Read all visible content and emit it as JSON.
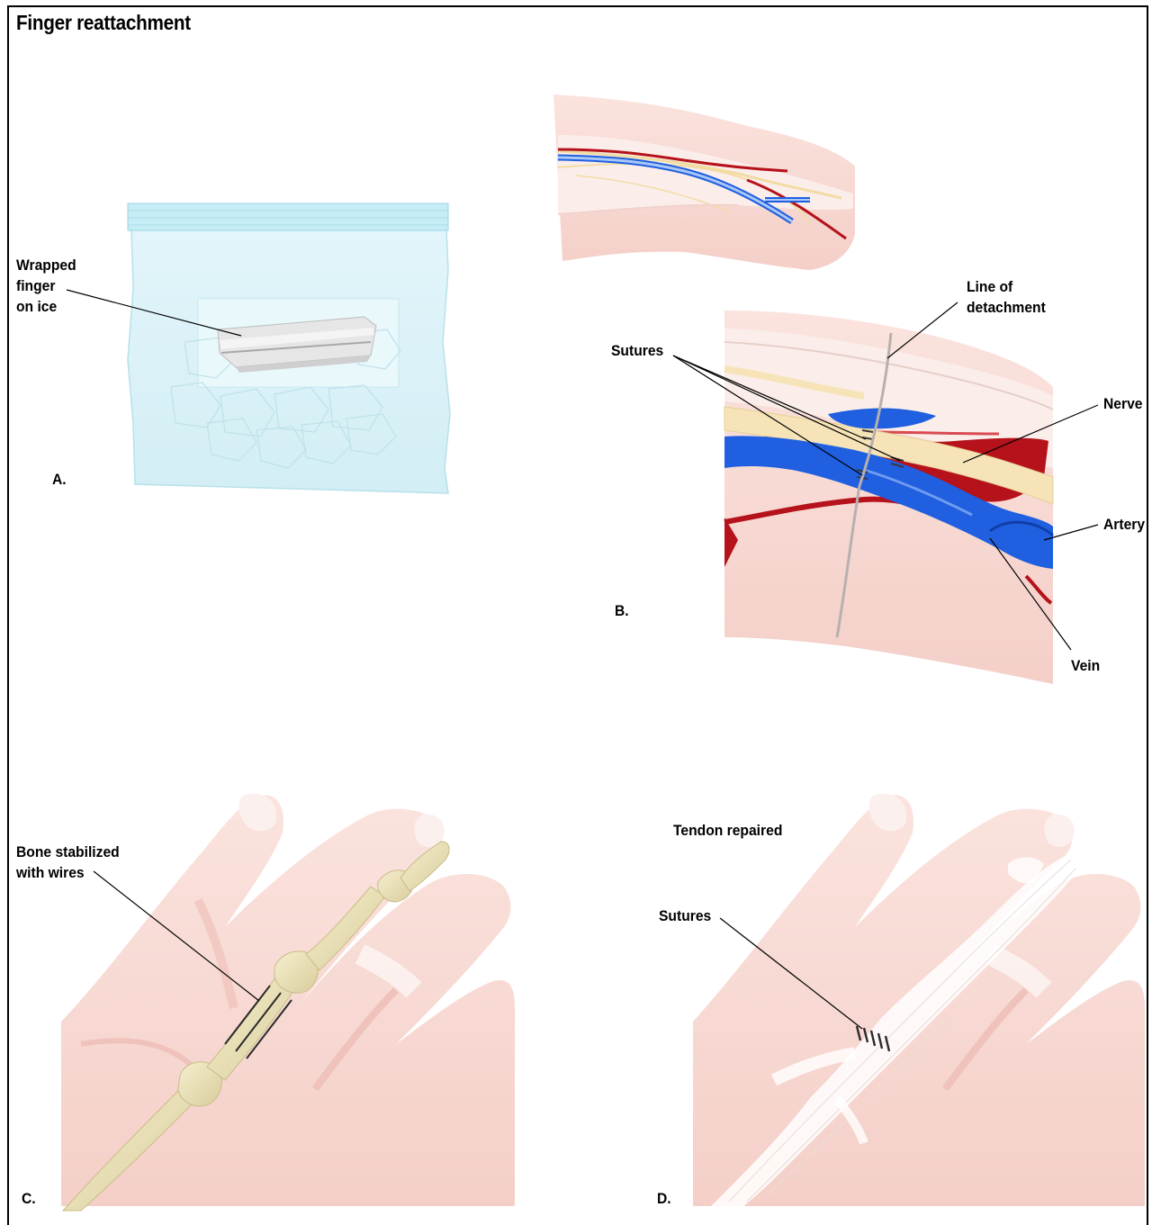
{
  "title": "Finger reattachment",
  "panels": {
    "a": {
      "letter": "A.",
      "label": "Wrapped\nfinger\non ice"
    },
    "b": {
      "letter": "B.",
      "labels": {
        "line_of_detachment": "Line of\ndetachment",
        "sutures": "Sutures",
        "nerve": "Nerve",
        "artery": "Artery",
        "vein": "Vein"
      }
    },
    "c": {
      "letter": "C.",
      "label": "Bone stabilized\nwith wires"
    },
    "d": {
      "letter": "D.",
      "caption": "Tendon repaired",
      "sutures": "Sutures"
    }
  },
  "colors": {
    "skin": "#f9d9d3",
    "skin_shadow": "#efc2bb",
    "vein": "#1f5fe0",
    "artery": "#b5121b",
    "nerve": "#f6e4b8",
    "bone": "#efe6bf",
    "ice_bag": "#d8f1f7"
  }
}
